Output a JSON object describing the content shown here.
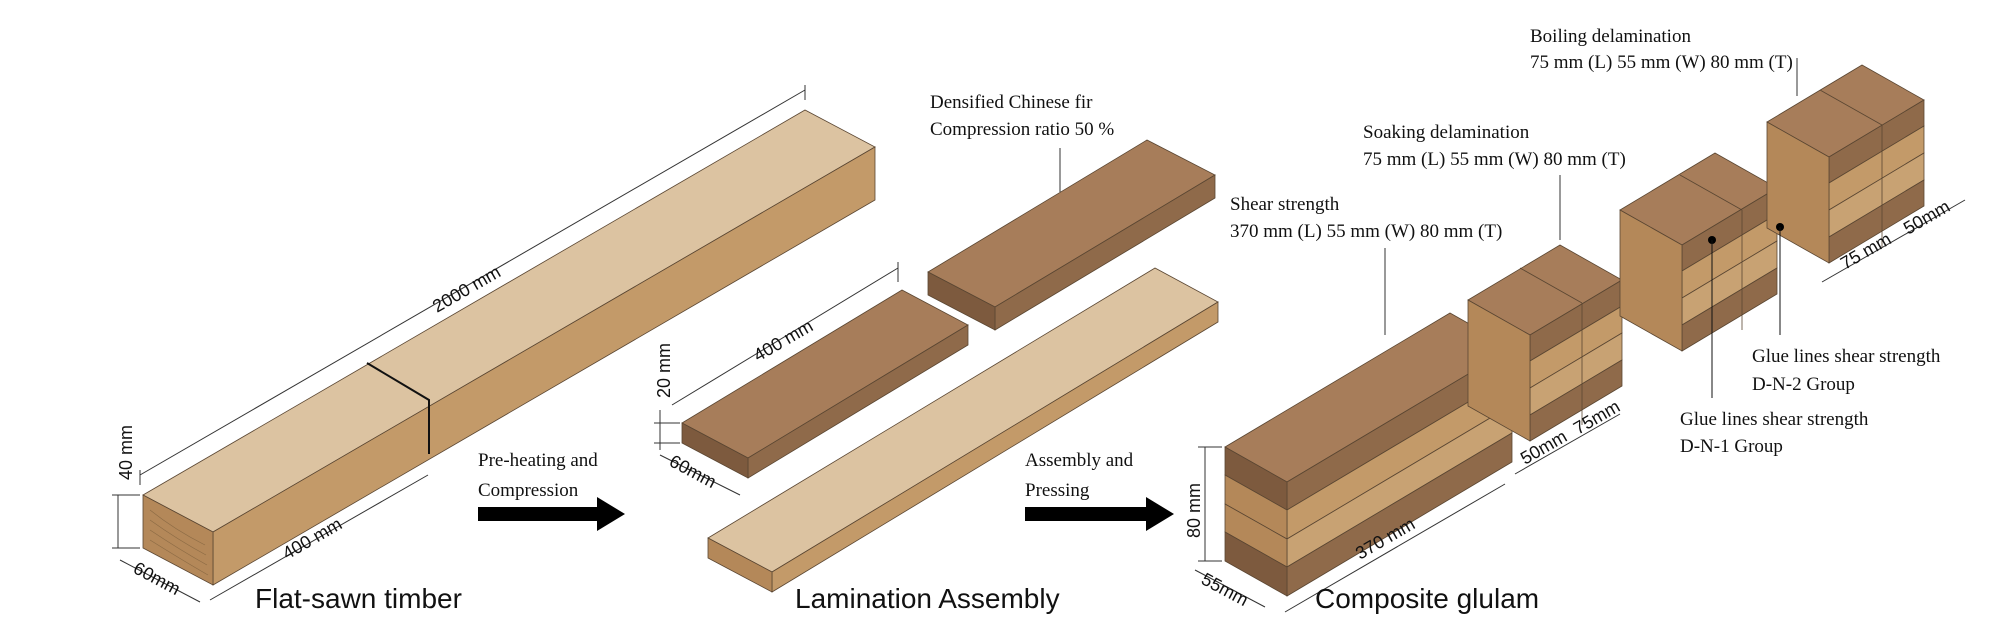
{
  "captions": {
    "flat_sawn": "Flat-sawn timber",
    "lamination": "Lamination Assembly",
    "composite": "Composite glulam"
  },
  "process": {
    "step1_line1": "Pre-heating and",
    "step1_line2": "Compression",
    "step2_line1": "Assembly and",
    "step2_line2": "Pressing"
  },
  "timber_dims": {
    "length": "2000 mm",
    "cut_length": "400 mm",
    "thickness": "40 mm",
    "width": "60mm"
  },
  "lamination_dims": {
    "length": "400 mm",
    "thickness": "20 mm",
    "width": "60mm"
  },
  "densified_label": {
    "line1": "Densified Chinese fir",
    "line2": "Compression ratio 50 %"
  },
  "glulam_dims": {
    "height": "80 mm",
    "width": "55mm",
    "shear_length": "370 mm",
    "soak_w1": "50mm",
    "soak_w2": "75mm",
    "boil_w1": "75 mm",
    "boil_w2": "50mm"
  },
  "test_labels": {
    "shear_title": "Shear strength",
    "shear_size": "370 mm (L) 55 mm (W) 80 mm (T)",
    "soak_title": "Soaking delamination",
    "soak_size": "75 mm (L) 55 mm (W) 80 mm (T)",
    "boil_title": "Boiling delamination",
    "boil_size": "75 mm (L) 55 mm (W) 80 mm (T)",
    "glue1_title": "Glue lines shear strength",
    "glue1_group": "D-N-1 Group",
    "glue2_title": "Glue lines shear strength",
    "glue2_group": "D-N-2 Group"
  },
  "colors": {
    "light_top": "#dcc3a1",
    "light_side": "#c39a69",
    "light_front": "#b48859",
    "dense_top": "#a77d5a",
    "dense_side": "#8f6a4a",
    "dense_front": "#7d5a3e",
    "arrow": "#000000"
  }
}
